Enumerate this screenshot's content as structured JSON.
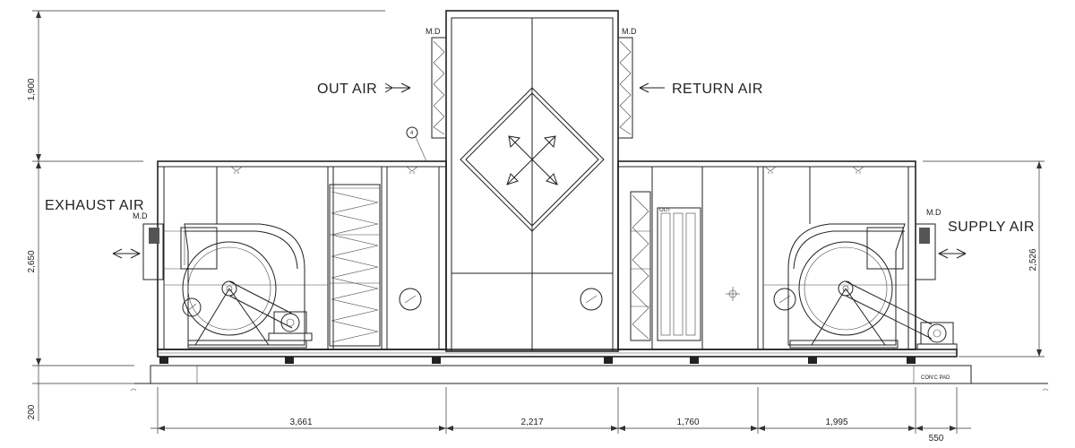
{
  "labels": {
    "out_air": "OUT AIR",
    "return_air": "RETURN AIR",
    "exhaust_air": "EXHAUST AIR",
    "supply_air": "SUPPLY AIR",
    "md": "M.D",
    "item_tag": "4",
    "coil_out": "OUT",
    "conc_pad": "CON'C PAD"
  },
  "dimensions": {
    "horizontal": [
      "3,661",
      "2,217",
      "1,760",
      "1,995",
      "550"
    ],
    "vertical_left": [
      "1,900",
      "2,650",
      "200"
    ],
    "vertical_right": [
      "2,526"
    ]
  }
}
